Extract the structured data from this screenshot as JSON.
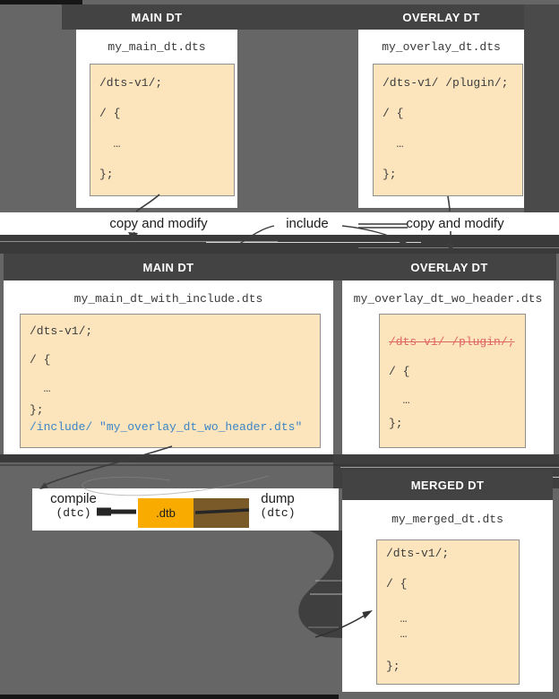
{
  "colors": {
    "background": "#666666",
    "header_dark": "#434343",
    "code_bg": "#fce5bd",
    "code_border": "#8f8f8f",
    "include_blue": "#3d85c6",
    "strike_red": "#e06666",
    "dtb_orange": "#f9ab00",
    "glitch_brown": "#7a5a28",
    "band_dark": "#3a3a3a"
  },
  "boxes": {
    "main_top": {
      "title": "MAIN DT",
      "filename": "my_main_dt.dts",
      "code": [
        "/dts-v1/;",
        "/ {",
        "  …",
        "};"
      ]
    },
    "overlay_top": {
      "title": "OVERLAY DT",
      "filename": "my_overlay_dt.dts",
      "code": [
        "/dts-v1/ /plugin/;",
        "/ {",
        "  …",
        "};"
      ]
    },
    "main_mid": {
      "title": "MAIN DT",
      "filename": "my_main_dt_with_include.dts",
      "code": [
        "/dts-v1/;",
        "/ {",
        "  …",
        "};"
      ],
      "include_line": "/include/ \"my_overlay_dt_wo_header.dts\""
    },
    "overlay_mid": {
      "title": "OVERLAY DT",
      "filename": "my_overlay_dt_wo_header.dts",
      "struck_line": "/dts-v1/ /plugin/;",
      "code": [
        "/ {",
        "  …",
        "};"
      ]
    },
    "merged": {
      "title": "MERGED DT",
      "filename": "my_merged_dt.dts",
      "code": [
        "/dts-v1/;",
        "/ {",
        "  …",
        "  …",
        "};"
      ]
    }
  },
  "labels": {
    "copy_left": "copy and modify",
    "include": "include",
    "copy_right": "copy and modify",
    "compile": "compile",
    "compile_tool": "(dtc)",
    "dump": "dump",
    "dump_tool": "(dtc)",
    "dtb": ".dtb"
  }
}
